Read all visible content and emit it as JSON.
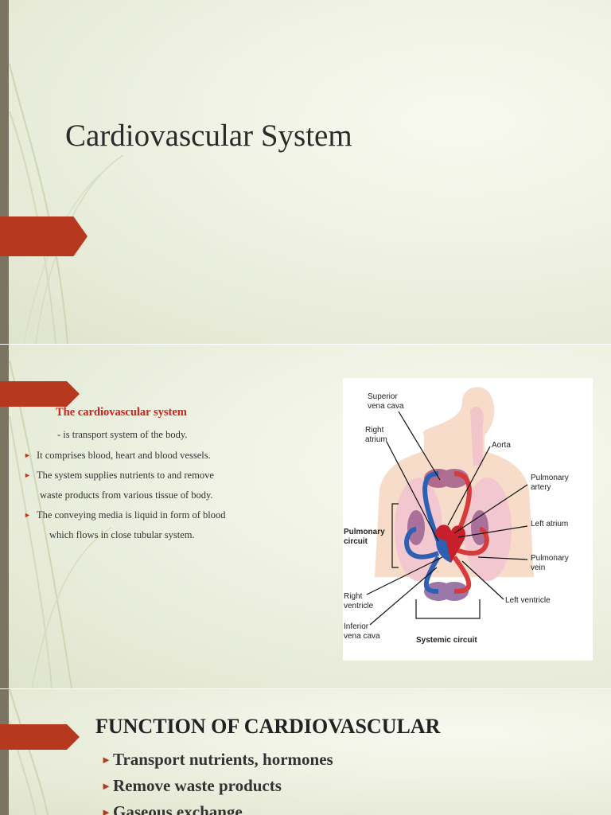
{
  "slide1": {
    "title": "Cardiovascular System"
  },
  "slide2": {
    "heading": "The cardiovascular system",
    "subheading": "- is transport system of the body.",
    "bullets": [
      "It comprises blood, heart and blood vessels.",
      "The system supplies nutrients to and remove",
      "The conveying media is liquid  in form of blood"
    ],
    "continuations": [
      "waste products  from various tissue of body.",
      "which flows in close tubular system."
    ],
    "diagram_labels": {
      "superior_vena_cava": "Superior\nvena cava",
      "right_atrium": "Right\natrium",
      "aorta": "Aorta",
      "pulmonary_artery": "Pulmonary\nartery",
      "left_atrium": "Left atrium",
      "pulmonary_circuit": "Pulmonary\ncircuit",
      "pulmonary_vein": "Pulmonary\nvein",
      "right_ventricle": "Right\nventricle",
      "left_ventricle": "Left ventricle",
      "inferior_vena_cava": "Inferior\nvena cava",
      "systemic_circuit": "Systemic circuit"
    }
  },
  "slide3": {
    "title": "FUNCTION OF CARDIOVASCULAR",
    "bullets": [
      "Transport nutrients, hormones",
      "Remove waste products",
      "Gaseous exchange"
    ]
  },
  "colors": {
    "accent": "#b5381f",
    "heading_red": "#d3201c",
    "sidebar": "#7b7461"
  },
  "icons": {
    "bullet": "right-triangle-arrow-icon"
  }
}
